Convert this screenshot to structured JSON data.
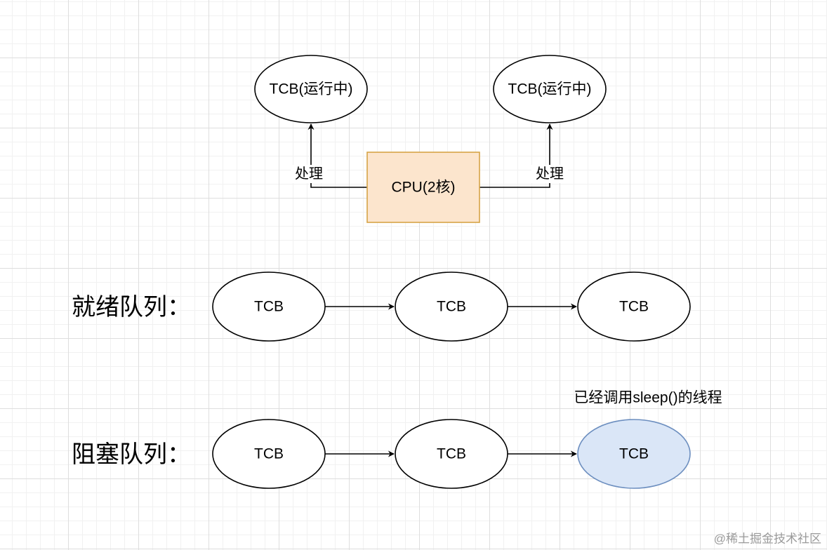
{
  "cpu": {
    "label": "CPU(2核)",
    "fill_color": "#FCE5CD",
    "stroke_color": "#D6A447"
  },
  "running": {
    "left_label": "TCB(运行中)",
    "right_label": "TCB(运行中)",
    "edge_left_label": "处理",
    "edge_right_label": "处理"
  },
  "ready_queue": {
    "title": "就绪队列：",
    "nodes": [
      "TCB",
      "TCB",
      "TCB"
    ]
  },
  "blocked_queue": {
    "title": "阻塞队列：",
    "nodes": [
      "TCB",
      "TCB",
      "TCB"
    ],
    "highlight_fill": "#DAE6F7",
    "highlight_stroke": "#6C8EBF",
    "note": "已经调用sleep()的线程"
  },
  "watermark": "@稀土掘金技术社区"
}
